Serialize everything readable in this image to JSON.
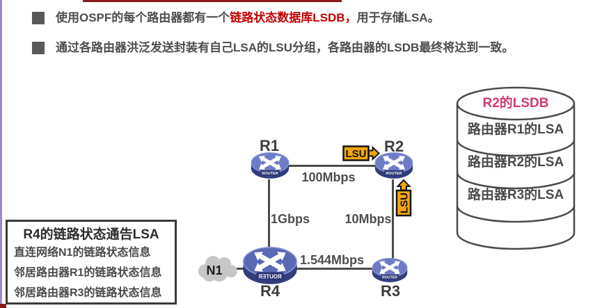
{
  "bullets": [
    {
      "pre": "使用OSPF的每个路由器都有一个",
      "highlight": "链路状态数据库LSDB，",
      "post": "用于存储LSA。"
    },
    {
      "pre": "通过各路由器洪泛发送封装有自己LSA的LSU分组，各路由器的LSDB最终将达到一致。",
      "highlight": "",
      "post": ""
    }
  ],
  "diagram": {
    "router_caption": "ROUTER",
    "routers": [
      {
        "name": "R1"
      },
      {
        "name": "R2"
      },
      {
        "name": "R3"
      },
      {
        "name": "R4"
      }
    ],
    "links": [
      {
        "from": "R1",
        "to": "R2",
        "label": "100Mbps"
      },
      {
        "from": "R1",
        "to": "R4",
        "label": "1Gbps"
      },
      {
        "from": "R2",
        "to": "R3",
        "label": "10Mbps"
      },
      {
        "from": "R4",
        "to": "R3",
        "label": "1.544Mbps"
      }
    ],
    "lsu_label": "LSU",
    "cloud_label": "N1"
  },
  "lsa_box": {
    "title": "R4的链路状态通告LSA",
    "items": [
      "直连网络N1的链路状态信息",
      "邻居路由器R1的链路状态信息",
      "邻居路由器R3的链路状态信息"
    ]
  },
  "lsdb": {
    "title": "R2的LSDB",
    "entries": [
      "路由器R1的LSA",
      "路由器R2的LSA",
      "路由器R3的LSA"
    ]
  },
  "colors": {
    "highlight_red": "#C00000",
    "text_gray": "#4D4D4D",
    "lsu_yellow": "#F2A50C",
    "router_top_blue": "#6D7CC4",
    "router_side_navy": "#333E80",
    "lsdb_title_pink": "#D23A6B",
    "line_gray": "#4A4A4A",
    "stripe_purple": "#9E86D4",
    "accent_bar_red": "#8C1A1C",
    "cloud_gray": "#C7C7C7"
  }
}
